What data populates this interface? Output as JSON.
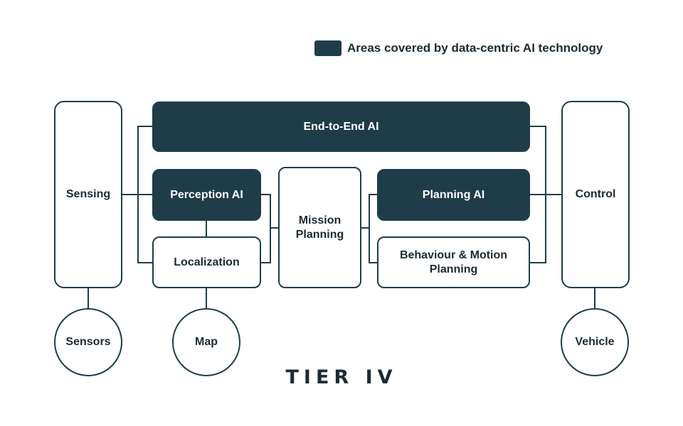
{
  "legend": {
    "label": "Areas covered by data-centric AI technology",
    "color": "#1f3d48"
  },
  "nodes": {
    "end_to_end_ai": "End-to-End AI",
    "perception_ai": "Perception AI",
    "localization": "Localization",
    "mission_planning_line1": "Mission",
    "mission_planning_line2": "Planning",
    "planning_ai": "Planning AI",
    "behaviour_line1": "Behaviour & Motion",
    "behaviour_line2": "Planning",
    "sensing": "Sensing",
    "control": "Control",
    "sensors": "Sensors",
    "map": "Map",
    "vehicle": "Vehicle"
  },
  "logo": {
    "text": "TIER IV"
  },
  "colors": {
    "dark": "#1f3d48",
    "text": "#1c2b33",
    "line": "#1f3d48"
  }
}
